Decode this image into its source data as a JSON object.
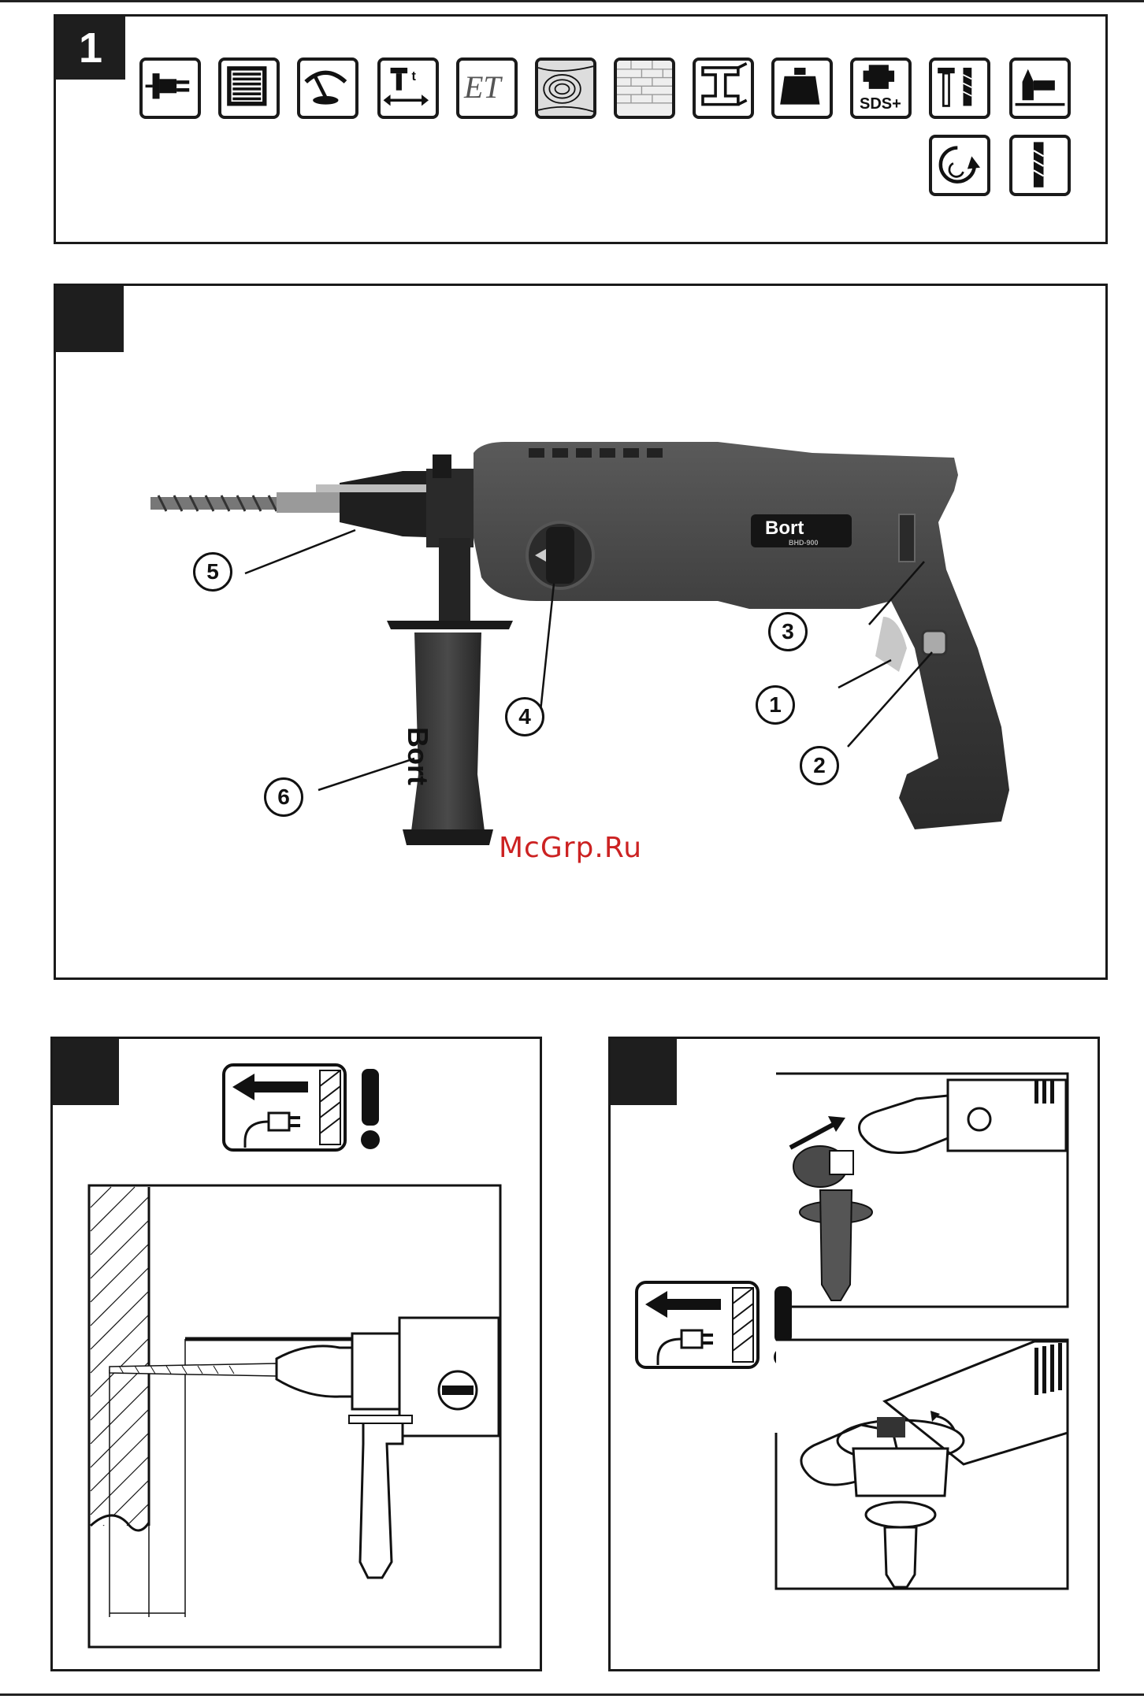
{
  "watermark": "McGrp.Ru",
  "figure1": {
    "number": "1",
    "icons": [
      "plug-icon",
      "motor-icon",
      "speed-gauge-icon",
      "impact-energy-icon",
      "et-icon",
      "wood-icon",
      "brick-icon",
      "steel-icon",
      "weight-icon",
      "sds-plus-icon",
      "hammer-drill-icon",
      "depth-stop-icon",
      "reverse-rotation-icon",
      "drill-bit-icon"
    ],
    "et_label": "ET",
    "sds_label": "SDS+"
  },
  "figure2": {
    "number": "",
    "brand": "Bort",
    "model": "BHD-900",
    "handle_brand": "Bort",
    "callouts": [
      "1",
      "2",
      "3",
      "4",
      "5",
      "6"
    ]
  },
  "figure3": {
    "number": ""
  },
  "figure4": {
    "number": ""
  }
}
